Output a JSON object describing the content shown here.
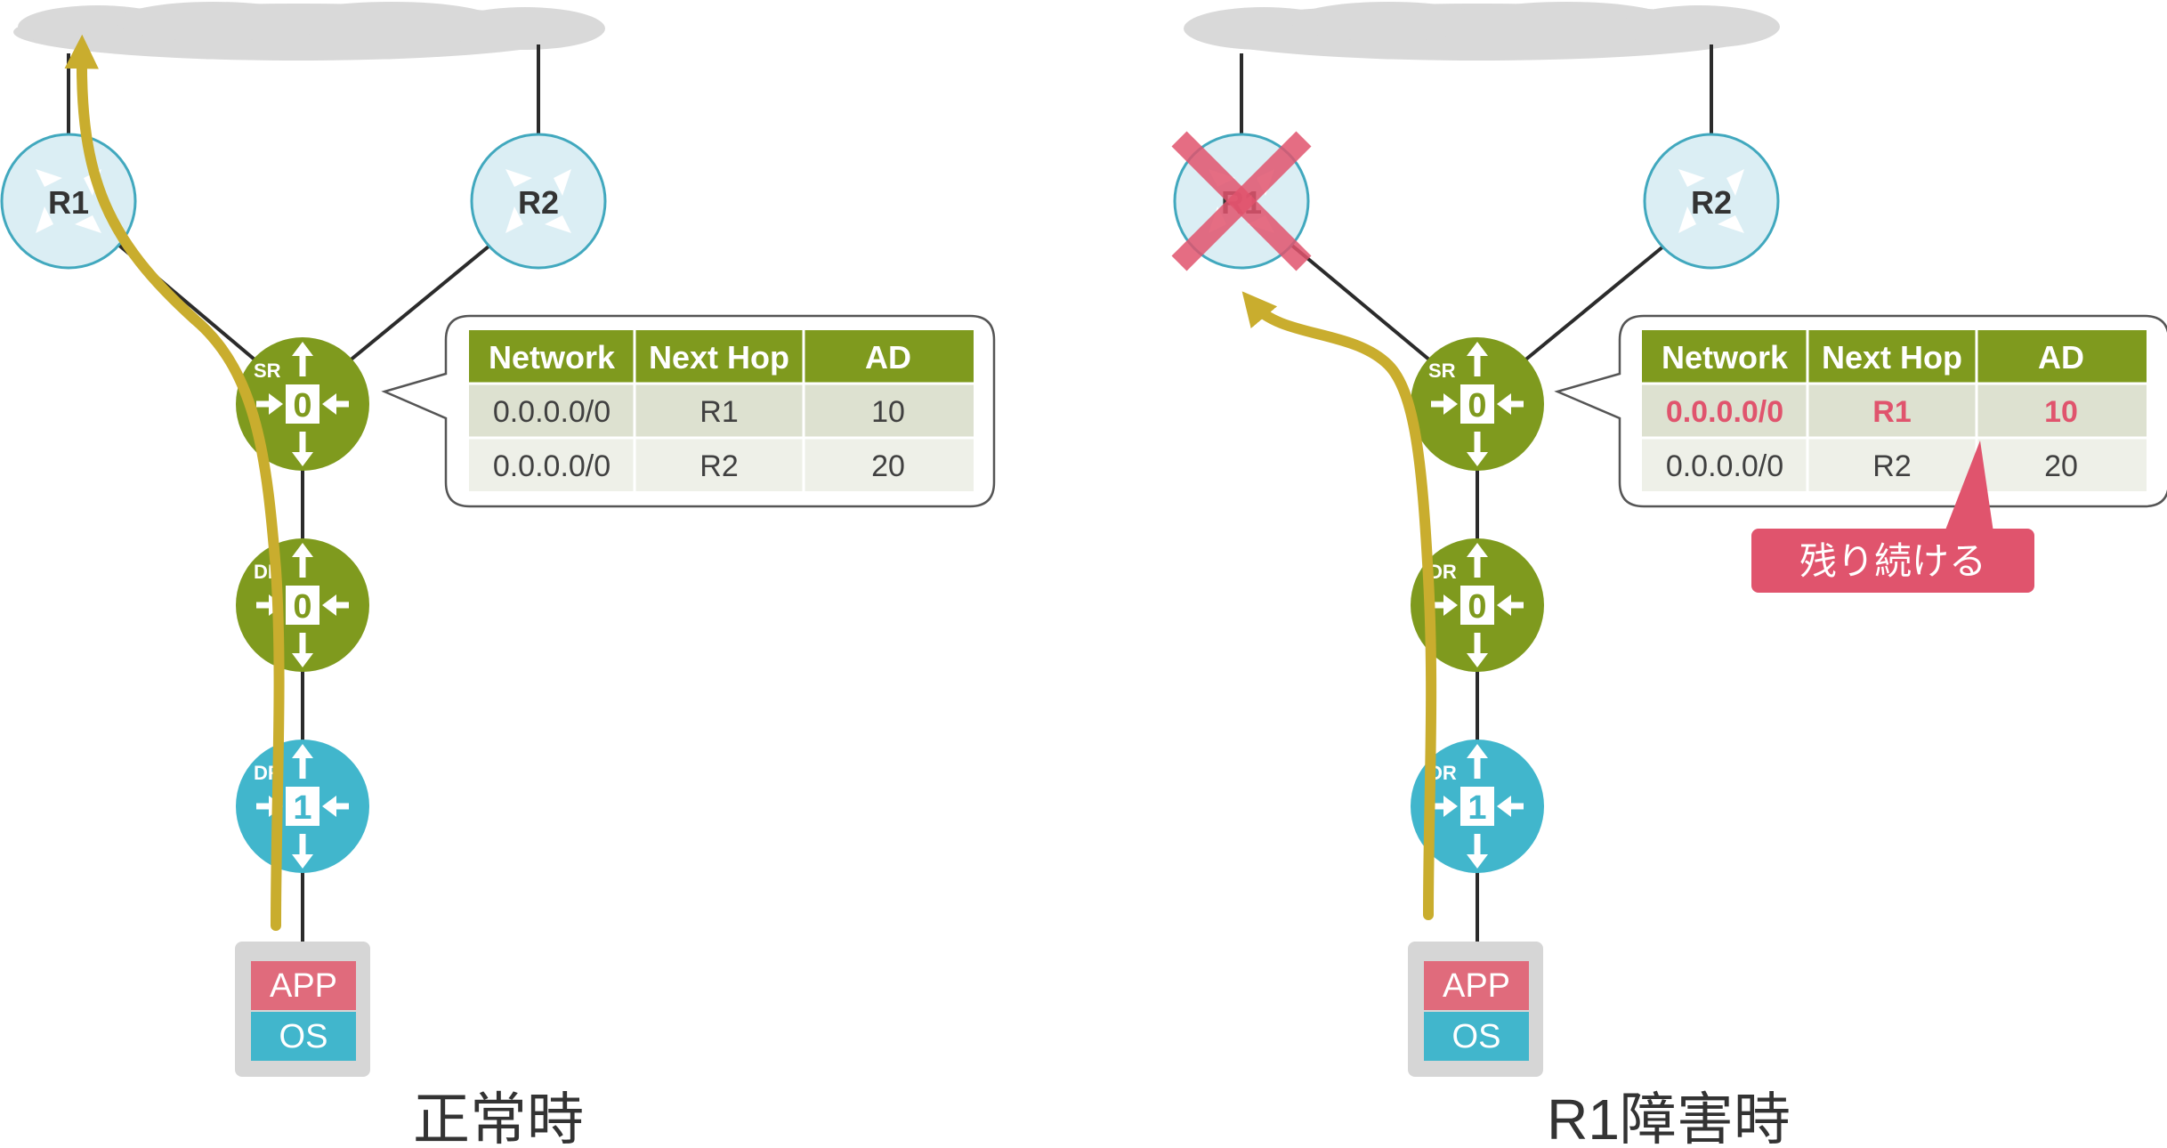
{
  "panels": [
    {
      "caption": "正常時",
      "router_labels": [
        "R1",
        "R2"
      ],
      "switch_labels": [
        {
          "role": "SR",
          "number": "0"
        },
        {
          "role": "DR",
          "number": "0"
        },
        {
          "role": "DR",
          "number": "1"
        }
      ],
      "server": {
        "app_label": "APP",
        "os_label": "OS"
      },
      "router_failed": false,
      "route_table": {
        "headers": [
          "Network",
          "Next Hop",
          "AD"
        ],
        "rows": [
          {
            "network": "0.0.0.0/0",
            "next_hop": "R1",
            "ad": "10",
            "highlight": false
          },
          {
            "network": "0.0.0.0/0",
            "next_hop": "R2",
            "ad": "20",
            "highlight": false
          }
        ]
      }
    },
    {
      "caption": "R1障害時",
      "router_labels": [
        "R1",
        "R2"
      ],
      "switch_labels": [
        {
          "role": "SR",
          "number": "0"
        },
        {
          "role": "DR",
          "number": "0"
        },
        {
          "role": "DR",
          "number": "1"
        }
      ],
      "server": {
        "app_label": "APP",
        "os_label": "OS"
      },
      "router_failed": true,
      "route_table": {
        "headers": [
          "Network",
          "Next Hop",
          "AD"
        ],
        "rows": [
          {
            "network": "0.0.0.0/0",
            "next_hop": "R1",
            "ad": "10",
            "highlight": true
          },
          {
            "network": "0.0.0.0/0",
            "next_hop": "R2",
            "ad": "20",
            "highlight": false
          }
        ]
      },
      "callout": "残り続ける"
    }
  ],
  "colors": {
    "cloud": "#d9d9d9",
    "router_fill": "#dbeef4",
    "router_stroke": "#41a8be",
    "switch_tier0": "#7f9a1e",
    "switch_tier1": "#41b6cc",
    "table_header": "#7f9a1e",
    "table_row_odd": "#dde1d0",
    "table_row_even": "#eef0e8",
    "traffic_path": "#c9ad2e",
    "failure_mark": "#e0546d",
    "app_block": "#e06b7c",
    "os_block": "#41b6cc",
    "server_frame": "#d6d6d6"
  }
}
